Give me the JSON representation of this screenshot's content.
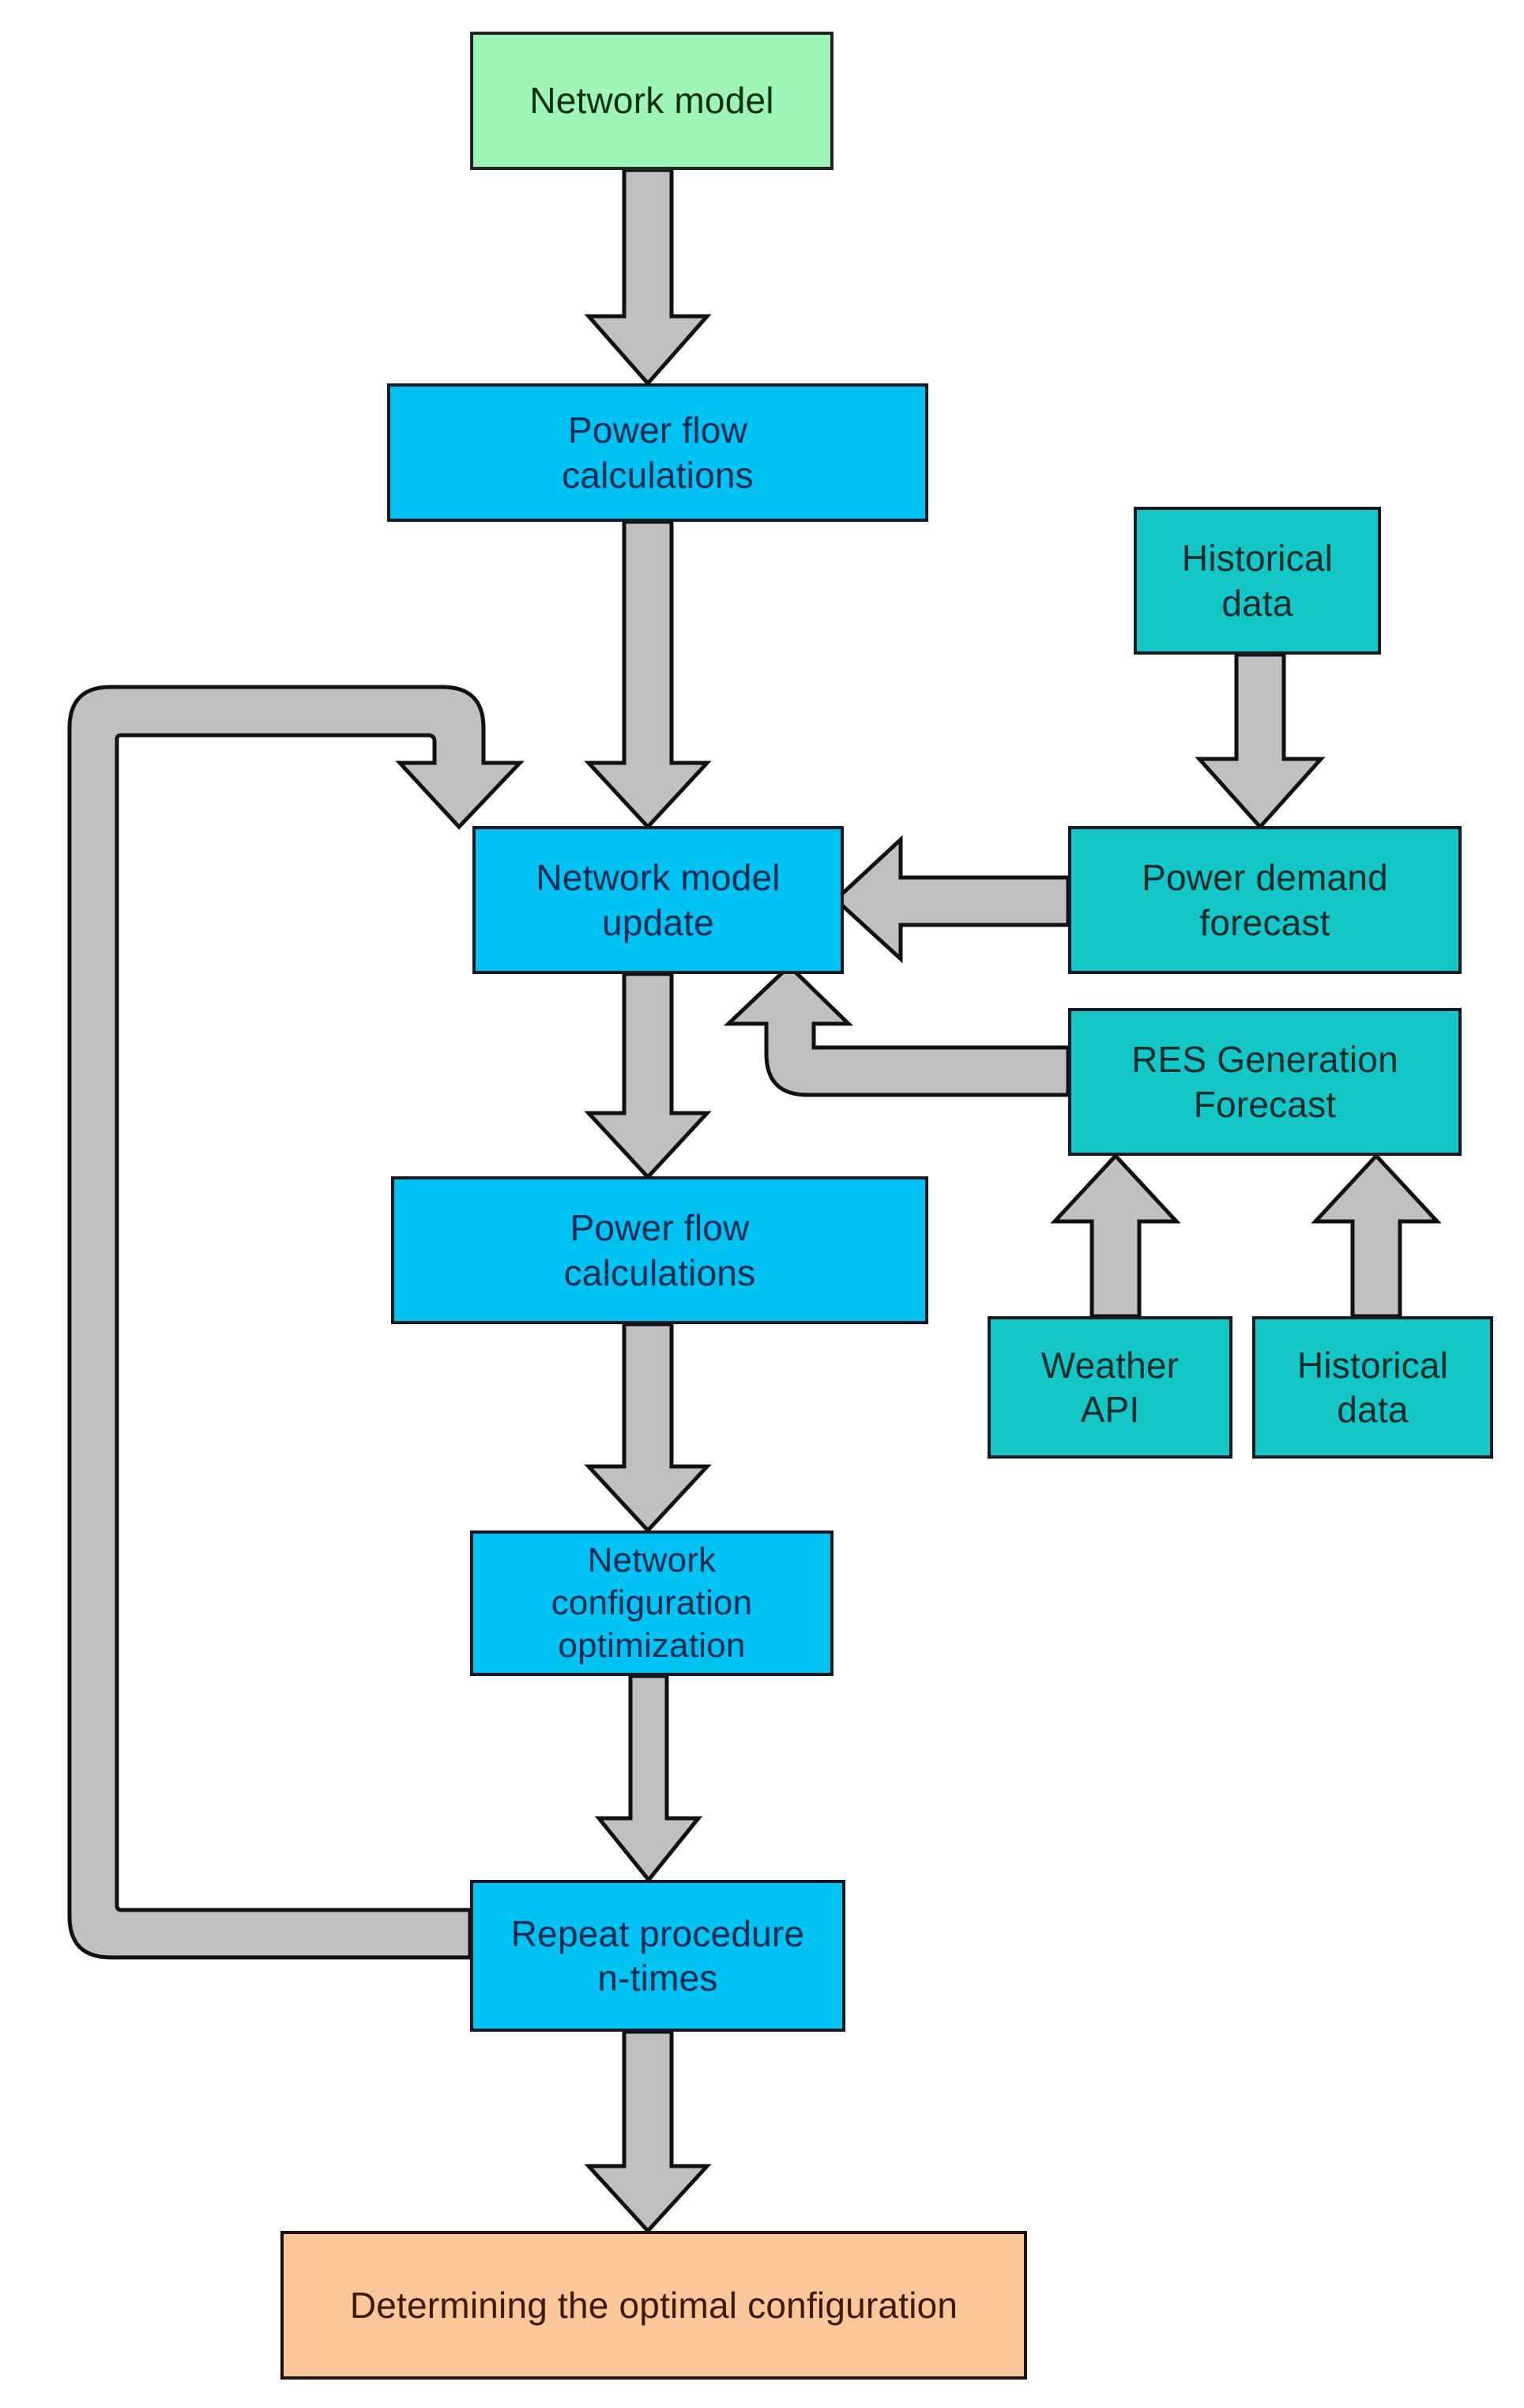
{
  "diagram": {
    "title": "Network reconfiguration optimization flowchart",
    "background": "#ffffff",
    "colors": {
      "start_green": "#9ff5b6",
      "process_blue": "#00c2f2",
      "data_teal": "#15c6c6",
      "result_orange": "#fac79a",
      "arrow_gray": "#c0c0c0",
      "outline_dark": "#0d1a24"
    },
    "nodes": [
      {
        "id": "network-model",
        "label": "Network model",
        "type": "start",
        "color": "#9ff5b6"
      },
      {
        "id": "power-flow-1",
        "label": "Power flow\ncalculations",
        "type": "process",
        "color": "#00c2f2"
      },
      {
        "id": "historical-data-top",
        "label": "Historical\ndata",
        "type": "data",
        "color": "#15c6c6"
      },
      {
        "id": "network-model-update",
        "label": "Network model\nupdate",
        "type": "process",
        "color": "#00c2f2"
      },
      {
        "id": "power-demand-forecast",
        "label": "Power demand\nforecast",
        "type": "data",
        "color": "#15c6c6"
      },
      {
        "id": "res-generation-forecast",
        "label": "RES Generation\nForecast",
        "type": "data",
        "color": "#15c6c6"
      },
      {
        "id": "power-flow-2",
        "label": "Power flow\ncalculations",
        "type": "process",
        "color": "#00c2f2"
      },
      {
        "id": "weather-api",
        "label": "Weather\nAPI",
        "type": "data",
        "color": "#15c6c6"
      },
      {
        "id": "historical-data-bottom",
        "label": "Historical\ndata",
        "type": "data",
        "color": "#15c6c6"
      },
      {
        "id": "network-config-optimization",
        "label": "Network\nconfiguration\noptimization",
        "type": "process",
        "color": "#00c2f2"
      },
      {
        "id": "repeat-procedure",
        "label": "Repeat procedure\nn-times",
        "type": "process",
        "color": "#00c2f2"
      },
      {
        "id": "optimal-configuration",
        "label": "Determining the optimal configuration",
        "type": "result",
        "color": "#fac79a"
      }
    ],
    "edges": [
      {
        "from": "network-model",
        "to": "power-flow-1",
        "style": "block-arrow-down"
      },
      {
        "from": "power-flow-1",
        "to": "network-model-update",
        "style": "block-arrow-down"
      },
      {
        "from": "historical-data-top",
        "to": "power-demand-forecast",
        "style": "block-arrow-down"
      },
      {
        "from": "power-demand-forecast",
        "to": "network-model-update",
        "style": "block-arrow-left"
      },
      {
        "from": "res-generation-forecast",
        "to": "network-model-update",
        "style": "block-arrow-elbow-left-up"
      },
      {
        "from": "network-model-update",
        "to": "power-flow-2",
        "style": "block-arrow-down"
      },
      {
        "from": "weather-api",
        "to": "res-generation-forecast",
        "style": "block-arrow-up"
      },
      {
        "from": "historical-data-bottom",
        "to": "res-generation-forecast",
        "style": "block-arrow-up"
      },
      {
        "from": "power-flow-2",
        "to": "network-config-optimization",
        "style": "block-arrow-down"
      },
      {
        "from": "network-config-optimization",
        "to": "repeat-procedure",
        "style": "block-arrow-down"
      },
      {
        "from": "repeat-procedure",
        "to": "optimal-configuration",
        "style": "block-arrow-down"
      },
      {
        "from": "repeat-procedure",
        "to": "network-model-update",
        "style": "feedback-loop-left"
      }
    ]
  }
}
